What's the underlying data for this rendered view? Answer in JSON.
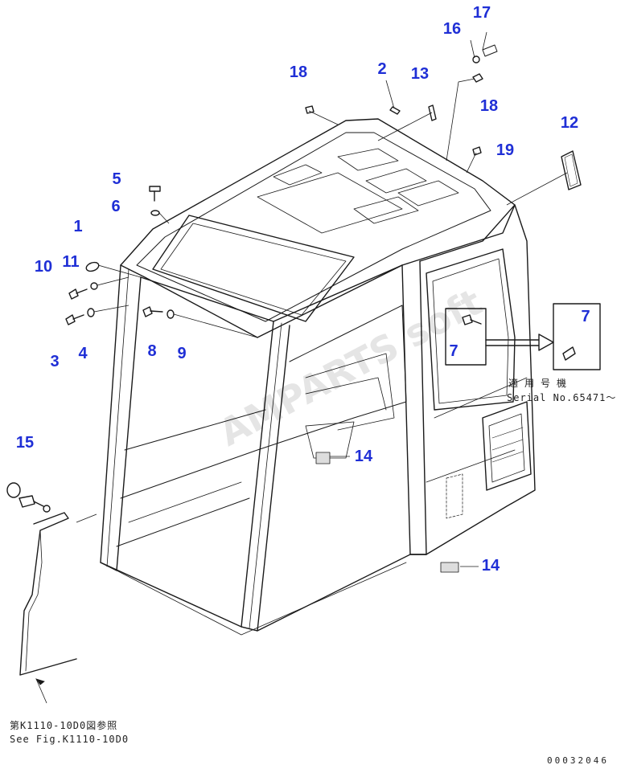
{
  "callouts": [
    {
      "id": "c17",
      "label": "17"
    },
    {
      "id": "c16",
      "label": "16"
    },
    {
      "id": "c2",
      "label": "2"
    },
    {
      "id": "c13",
      "label": "13"
    },
    {
      "id": "c18a",
      "label": "18"
    },
    {
      "id": "c18b",
      "label": "18"
    },
    {
      "id": "c12",
      "label": "12"
    },
    {
      "id": "c19",
      "label": "19"
    },
    {
      "id": "c5",
      "label": "5"
    },
    {
      "id": "c6",
      "label": "6"
    },
    {
      "id": "c1",
      "label": "1"
    },
    {
      "id": "c10",
      "label": "10"
    },
    {
      "id": "c11",
      "label": "11"
    },
    {
      "id": "c3",
      "label": "3"
    },
    {
      "id": "c4",
      "label": "4"
    },
    {
      "id": "c8",
      "label": "8"
    },
    {
      "id": "c9",
      "label": "9"
    },
    {
      "id": "c7a",
      "label": "7"
    },
    {
      "id": "c7b",
      "label": "7"
    },
    {
      "id": "c15",
      "label": "15"
    },
    {
      "id": "c14a",
      "label": "14"
    },
    {
      "id": "c14b",
      "label": "14"
    }
  ],
  "notes": {
    "serial_jp": "適用号機",
    "serial_en": "Serial No.65471～",
    "ref_jp": "第K1110-10D0図参照",
    "ref_en": "See Fig.K1110-10D0",
    "drawing_no": "00032046"
  },
  "watermark": "AMPARTS soft",
  "colors": {
    "callout": "#1f2fd6",
    "line": "#1a1a1a"
  }
}
